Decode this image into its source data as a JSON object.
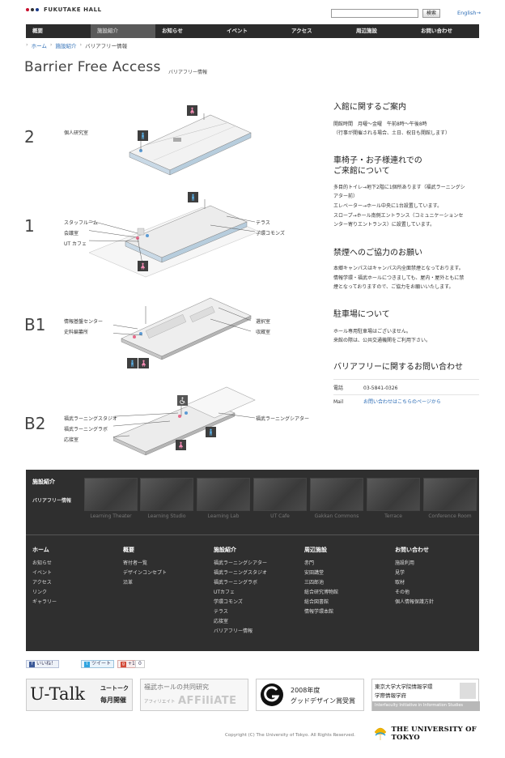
{
  "header": {
    "site_name": "FUKUTAKE HALL",
    "logo_colors": [
      "#c8102e",
      "#333333",
      "#1a3a8a"
    ],
    "search_button": "検索",
    "lang_link": "English→"
  },
  "nav": {
    "items": [
      "概要",
      "施設紹介",
      "お知らせ",
      "イベント",
      "アクセス",
      "周辺施設",
      "お問い合わせ"
    ],
    "active_index": 1
  },
  "breadcrumb": {
    "home": "ホーム",
    "parent": "施設紹介",
    "current": "バリアフリー情報",
    "separator": "›"
  },
  "page": {
    "title": "Barrier Free Access",
    "subtitle": "バリアフリー情報"
  },
  "floors": {
    "f2": {
      "label": "2",
      "rooms": [
        "個人研究室"
      ]
    },
    "f1": {
      "label": "1",
      "rooms_left": [
        "スタッフルーム",
        "会議室",
        "UT カフェ"
      ],
      "rooms_right": [
        "テラス",
        "学環コモンズ"
      ]
    },
    "b1": {
      "label": "B1",
      "rooms_left": [
        "情報基盤センター",
        "史料編纂所"
      ],
      "rooms_right": [
        "選択室",
        "収蔵室"
      ]
    },
    "b2": {
      "label": "B2",
      "rooms_left": [
        "福武ラーニングスタジオ",
        "福武ラーニングラボ",
        "応接室"
      ],
      "rooms_right": [
        "福武ラーニングシアター"
      ]
    }
  },
  "info": {
    "entry": {
      "heading": "入館に関するご案内",
      "lines": [
        "開館時間　月曜～金曜　午前8時～午後8時",
        "（行事が開催される場合、土日、祝日も開館します）"
      ]
    },
    "wheelchair": {
      "heading_lines": [
        "車椅子・お子様連れでの",
        "ご来館について"
      ],
      "lines": [
        "多目的トイレ→地下2階に1個所あります（福武ラーニングシ",
        "アター前）",
        "エレベーター→ホール中央に1台設置しています。",
        "スロープ→ホール南側エントランス（コミュニケーションセ",
        "ンター寄りエントランス）に設置しています。"
      ]
    },
    "smoking": {
      "heading": "禁煙へのご協力のお願い",
      "lines": [
        "本郷キャンパスはキャンパス内全面禁煙となっております。",
        "情報学環・福武ホールにつきましても、屋内・屋外ともに禁",
        "煙となっておりますので、ご協力をお願いいたします。"
      ]
    },
    "parking": {
      "heading": "駐車場について",
      "lines": [
        "ホール専用駐車場はございません。",
        "来館の際は、公共交通機関をご利用下さい。"
      ]
    },
    "contact": {
      "heading": "バリアフリーに関するお問い合わせ",
      "tel_label": "電話",
      "tel_value": "03-5841-0326",
      "mail_label": "Mail",
      "mail_value": "お問い合わせはこちらのページから"
    }
  },
  "footer": {
    "section_title": "施設紹介",
    "section_sub": "バリアフリー情報",
    "thumbs": [
      "Learning Theater",
      "Learning Studio",
      "Learning Lab",
      "UT Cafe",
      "Gakkan Commons",
      "Terrace",
      "Conference Room"
    ],
    "columns": [
      {
        "title": "ホーム",
        "links": [
          "お知らせ",
          "イベント",
          "アクセス",
          "リンク",
          "ギャラリー"
        ]
      },
      {
        "title": "概要",
        "links": [
          "寄付者一覧",
          "デザインコンセプト",
          "沿革"
        ]
      },
      {
        "title": "施設紹介",
        "links": [
          "福武ラーニングシアター",
          "福武ラーニングスタジオ",
          "福武ラーニングラボ",
          "UTカフェ",
          "学環コモンズ",
          "テラス",
          "応接室",
          "バリアフリー情報"
        ]
      },
      {
        "title": "周辺施設",
        "links": [
          "赤門",
          "安田講堂",
          "三四郎池",
          "総合研究博物館",
          "総合図書館",
          "情報学環本館"
        ]
      },
      {
        "title": "お問い合わせ",
        "links": [
          "施設利用",
          "見学",
          "取材",
          "その他",
          "個人情報保護方針"
        ]
      }
    ]
  },
  "social": {
    "like": "いいね！",
    "tweet": "ツイート",
    "gplus": "+1",
    "gplus_count": "0"
  },
  "banners": {
    "utalk_main": "U-Talk",
    "utalk_sub1": "ユートーク",
    "utalk_sub2": "毎月開催",
    "affiliate_top": "福武ホールの共同研究",
    "affiliate_small": "アフィリエイト",
    "affiliate_logo": "AFFiliATE",
    "gdesign_line1": "2008年度",
    "gdesign_line2": "グッドデザイン賞受賞",
    "iii_line1": "東京大学大学院情報学環",
    "iii_line2": "学際情報学府",
    "iii_line3": "Interfaculty Initiative in Information Studies"
  },
  "copyright": "Copyright (C) The University of Tokyo. All Rights Reserved.",
  "utokyo": "THE UNIVERSITY OF TOKYO"
}
